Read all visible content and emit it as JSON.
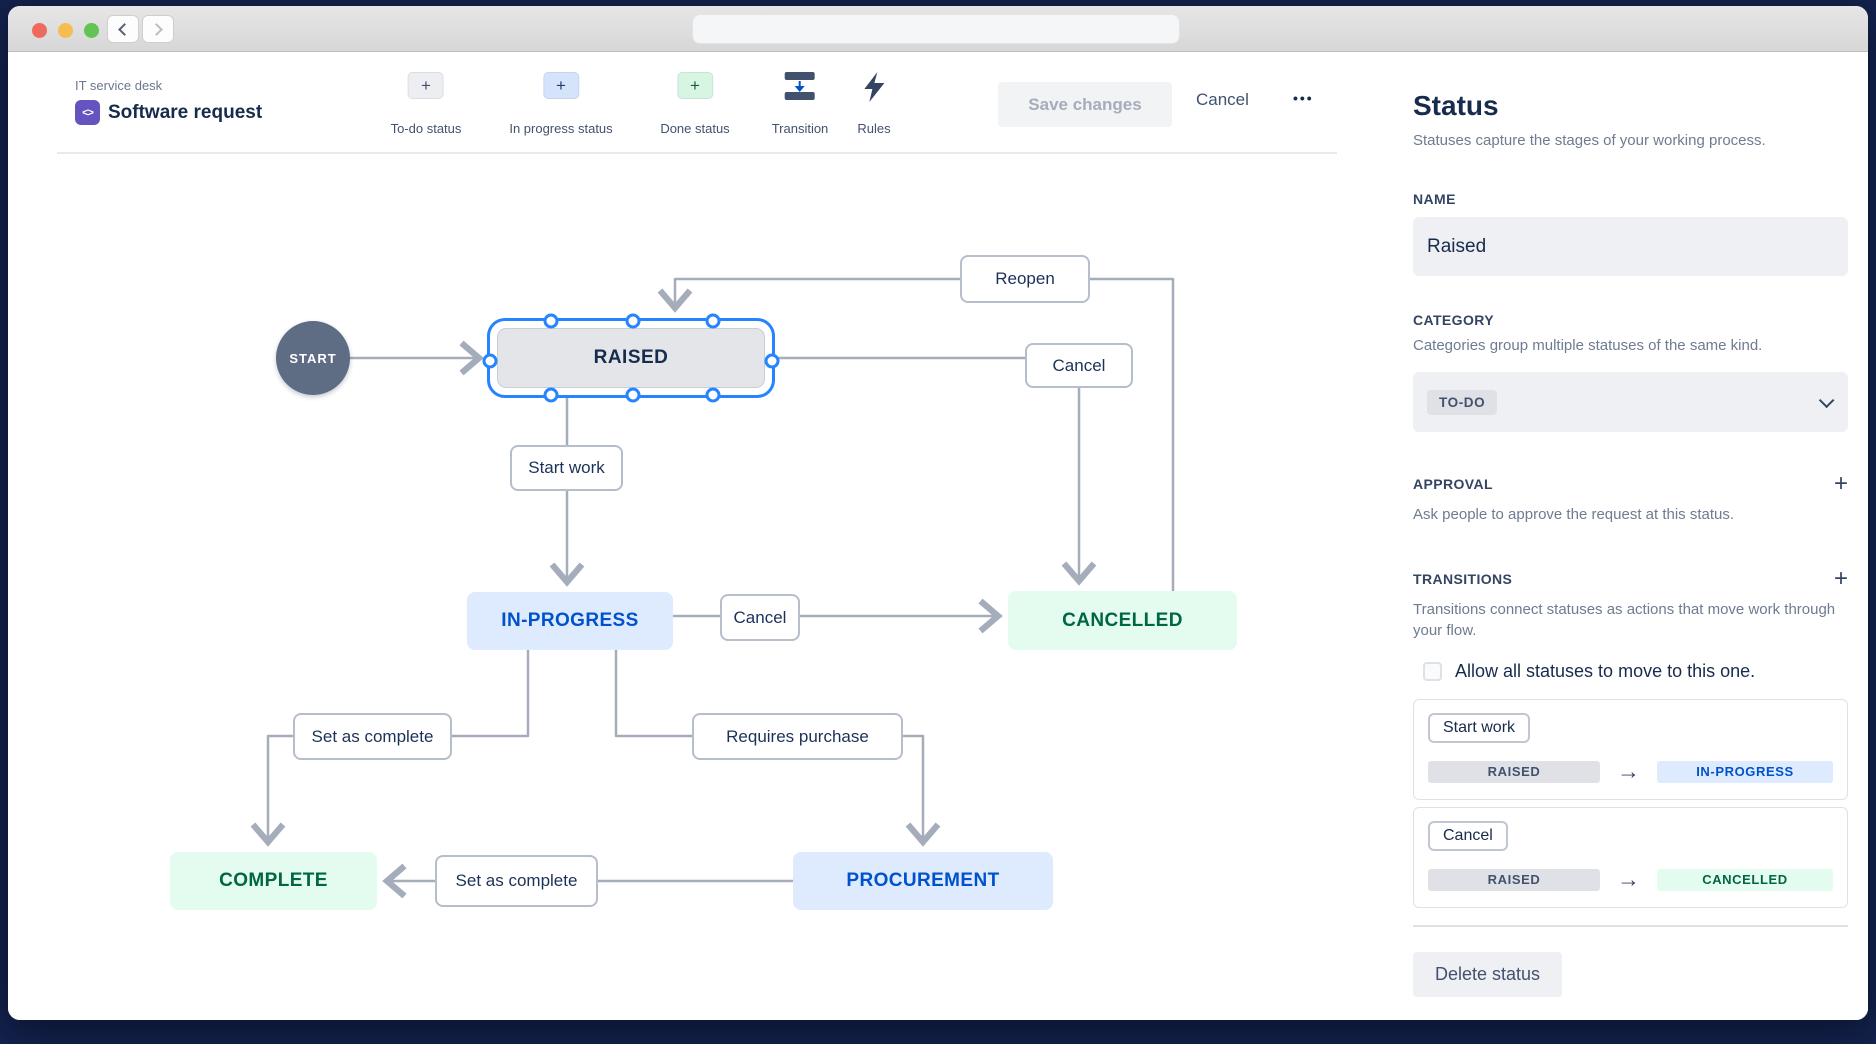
{
  "colors": {
    "frame_navy": "#13224e",
    "jira_purple": "#6554c0",
    "selection_blue": "#2684ff",
    "accent_blue": "#0052cc",
    "inprogress_bg": "#deebff",
    "done_bg": "#e3fcef",
    "done_text": "#006644",
    "todo_bg": "#dfe1e6",
    "todo_text": "#42526e",
    "edge_gray": "#a5adba",
    "traffic_red": "#ee6a5f",
    "traffic_yellow": "#f5bd4f",
    "traffic_green": "#61c454"
  },
  "icons": {
    "plus": "+",
    "arrow_right": "→",
    "overflow": "•••",
    "code": "<>"
  },
  "header": {
    "breadcrumb": "IT service desk",
    "title": "Software request",
    "tools": [
      {
        "label": "To-do status"
      },
      {
        "label": "In progress status"
      },
      {
        "label": "Done status"
      },
      {
        "label": "Transition"
      },
      {
        "label": "Rules"
      }
    ],
    "save_label": "Save changes",
    "cancel_label": "Cancel"
  },
  "diagram": {
    "start": "START",
    "nodes": {
      "raised": "RAISED",
      "in_progress": "IN-PROGRESS",
      "cancelled": "CANCELLED",
      "complete": "COMPLETE",
      "procurement": "PROCUREMENT"
    },
    "transitions": {
      "reopen": "Reopen",
      "cancel_top": "Cancel",
      "start_work": "Start work",
      "cancel_mid": "Cancel",
      "set_as_complete_left": "Set as complete",
      "requires_purchase": "Requires purchase",
      "set_as_complete_bottom": "Set as complete"
    }
  },
  "sidebar": {
    "title": "Status",
    "subtitle": "Statuses capture the stages of your working process.",
    "name_label": "NAME",
    "name_value": "Raised",
    "category_label": "CATEGORY",
    "category_help": "Categories group multiple statuses of the same kind.",
    "category_value": "TO-DO",
    "approval_label": "APPROVAL",
    "approval_help": "Ask people to approve the request at this status.",
    "transitions_label": "TRANSITIONS",
    "transitions_help": "Transitions connect statuses as actions that move work through your flow.",
    "allow_all_label": "Allow all statuses to move to this one.",
    "cards": [
      {
        "name": "Start work",
        "from": "RAISED",
        "to": "IN-PROGRESS"
      },
      {
        "name": "Cancel",
        "from": "RAISED",
        "to": "CANCELLED"
      }
    ],
    "delete_label": "Delete status"
  }
}
